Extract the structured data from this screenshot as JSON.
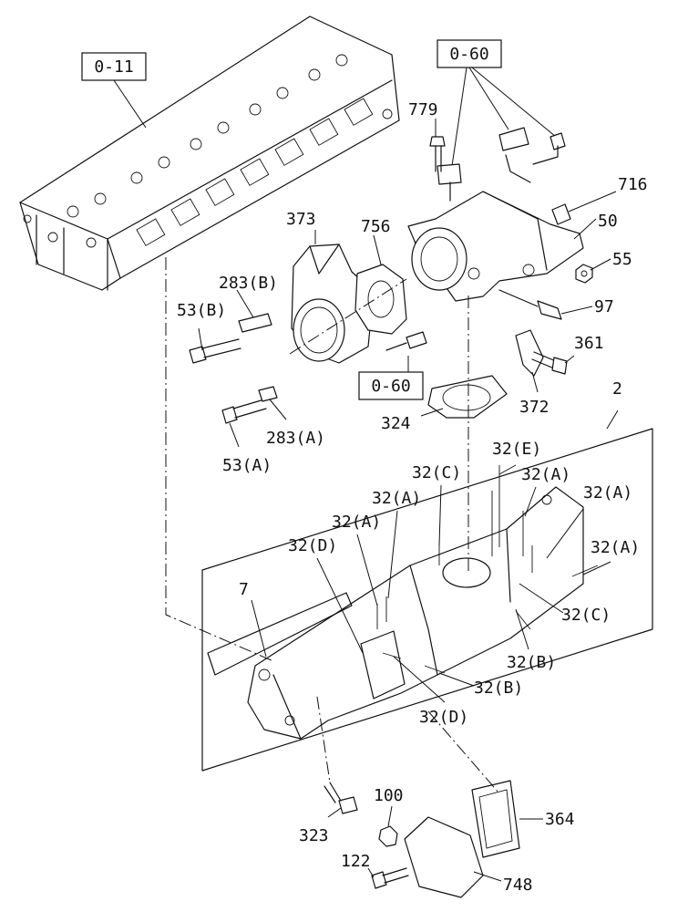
{
  "ref_boxes": [
    "0-11",
    "0-60",
    "0-60"
  ],
  "labels": [
    "779",
    "716",
    "50",
    "55",
    "97",
    "373",
    "756",
    "283(B)",
    "53(B)",
    "361",
    "372",
    "53(A)",
    "283(A)",
    "324",
    "2",
    "32(E)",
    "32(C)",
    "32(A)",
    "32(A)",
    "32(A)",
    "32(A)",
    "32(A)",
    "32(D)",
    "7",
    "32(C)",
    "32(B)",
    "32(B)",
    "32(D)",
    "100",
    "364",
    "323",
    "122",
    "748"
  ]
}
